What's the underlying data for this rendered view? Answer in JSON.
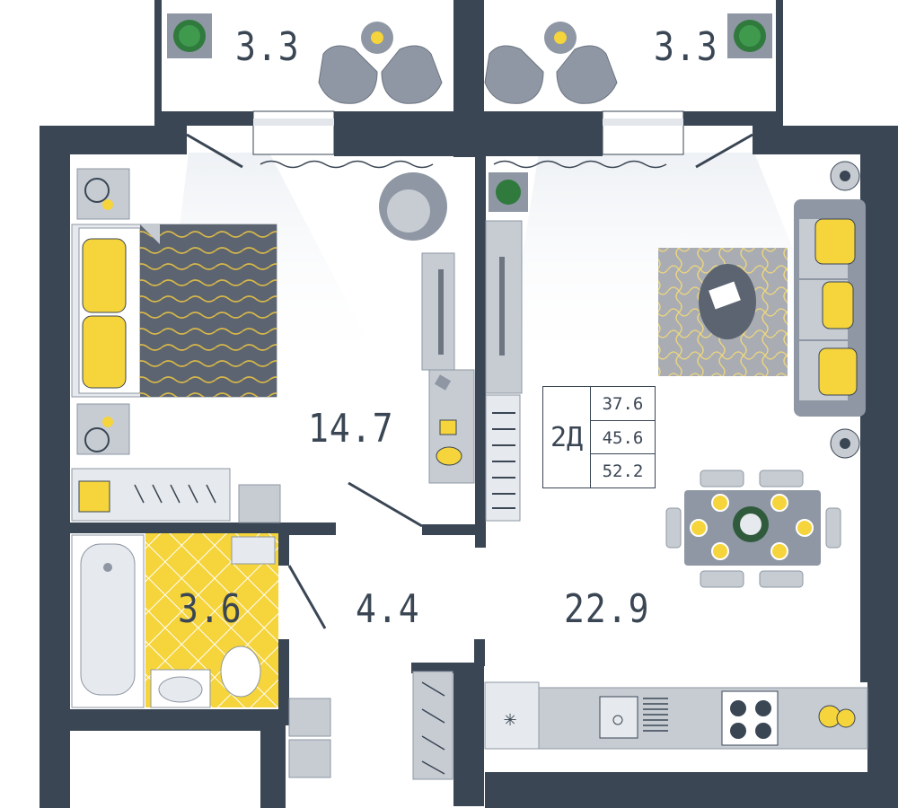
{
  "apartment": {
    "type_label": "2Д",
    "areas": [
      "37.6",
      "45.6",
      "52.2"
    ]
  },
  "rooms": {
    "balcony_left": "3.3",
    "balcony_right": "3.3",
    "bedroom": "14.7",
    "bathroom": "3.6",
    "hallway": "4.4",
    "living_kitchen": "22.9"
  },
  "colors": {
    "wall": "#3a4654",
    "furniture": "#8e97a3",
    "accent": "#f5d43c"
  }
}
